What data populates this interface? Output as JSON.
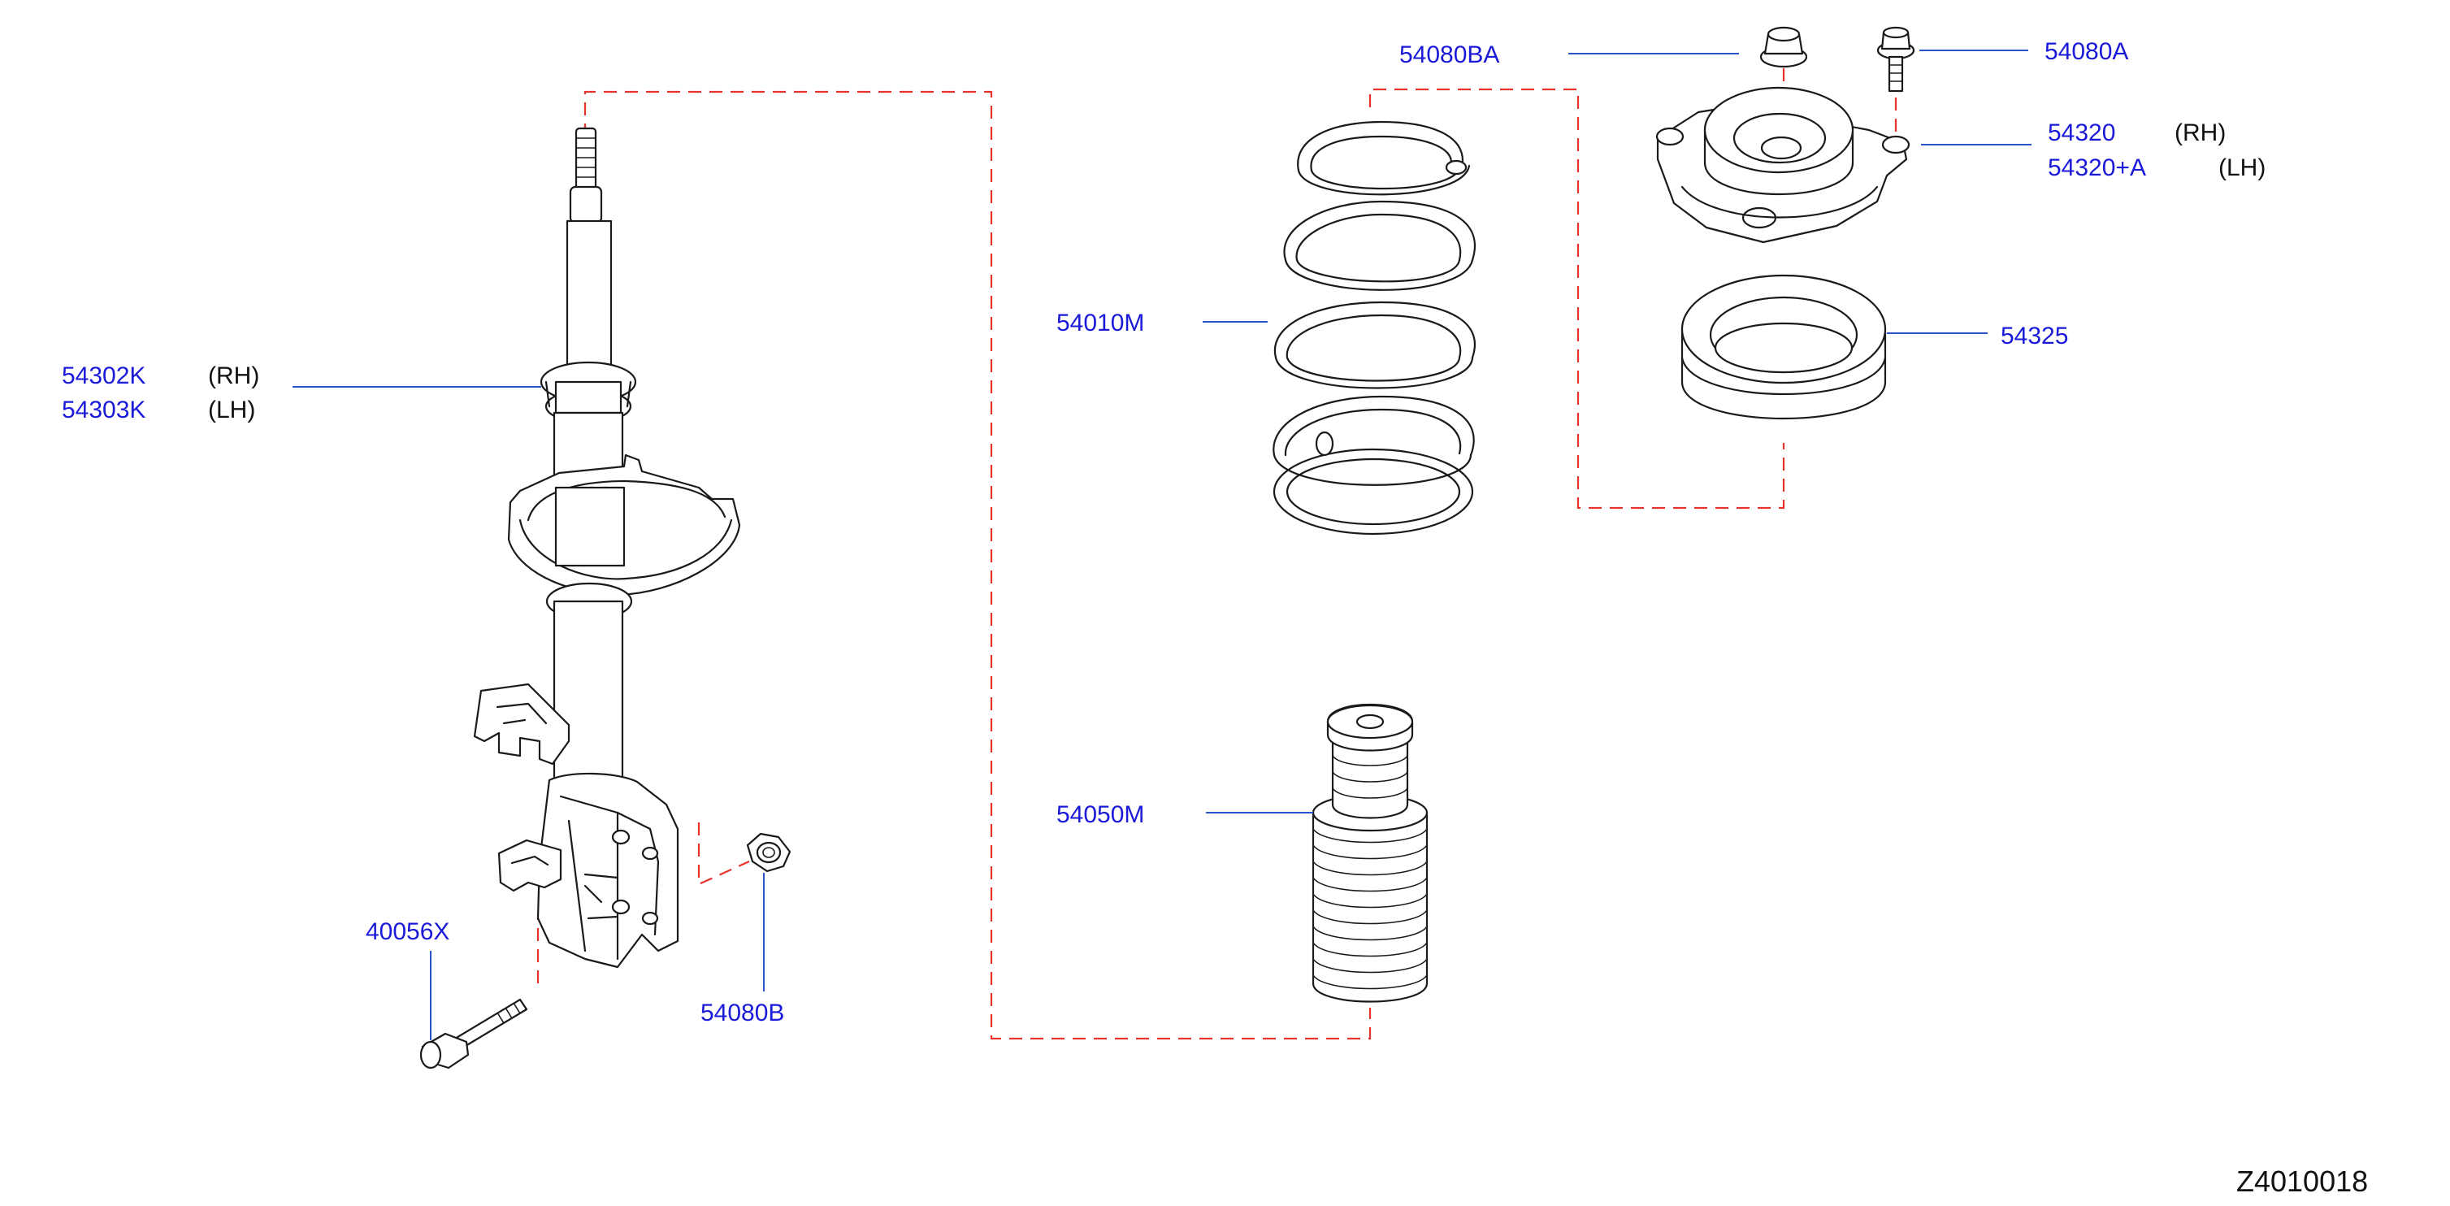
{
  "callouts": {
    "strut_rh_part": "54302K",
    "strut_rh_side": "(RH)",
    "strut_lh_part": "54303K",
    "strut_lh_side": "(LH)",
    "bolt_part": "40056X",
    "lower_nut_part": "54080B",
    "spring_part": "54010M",
    "bumper_part": "54050M",
    "top_nut_part": "54080BA",
    "top_bolt_part": "54080A",
    "mount_rh_part": "54320",
    "mount_rh_side": "(RH)",
    "mount_lh_part": "54320+A",
    "mount_lh_side": "(LH)",
    "bearing_part": "54325"
  },
  "diagram_code": "Z4010018",
  "colors": {
    "callout_text": "#1a1ad8",
    "leader_line": "#2a55c8",
    "dashed_guide": "#e8322e",
    "part_outline": "#1a1a1a"
  }
}
